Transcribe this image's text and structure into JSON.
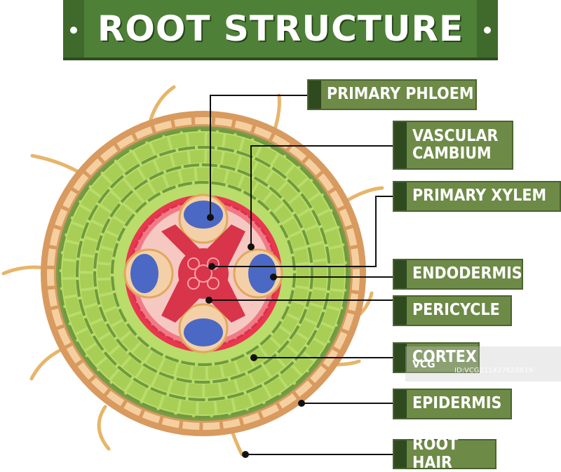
{
  "title": "ROOT STRUCTURE",
  "labels": {
    "primary_phloem": "PRIMARY PHLOEM",
    "vascular_cambium": "VASCULAR\nCAMBIUM",
    "primary_xylem": "PRIMARY XYLEM",
    "endodermis": "ENDODERMIS",
    "pericycle": "PERICYCLE",
    "cortex": "CORTEX",
    "epidermis": "EPIDERMIS",
    "root_hair": "ROOT HAIR"
  },
  "watermark": {
    "logo": "VCG",
    "id": "ID:VCG211427628619"
  },
  "colors": {
    "banner": "#4e8038",
    "label": "#6e8a47",
    "epidermis": "#d89a5e",
    "cortex": "#b9dc6a",
    "endodermis": "#e8374f",
    "xylem": "#d8344a",
    "phloem": "#4b68c4"
  }
}
